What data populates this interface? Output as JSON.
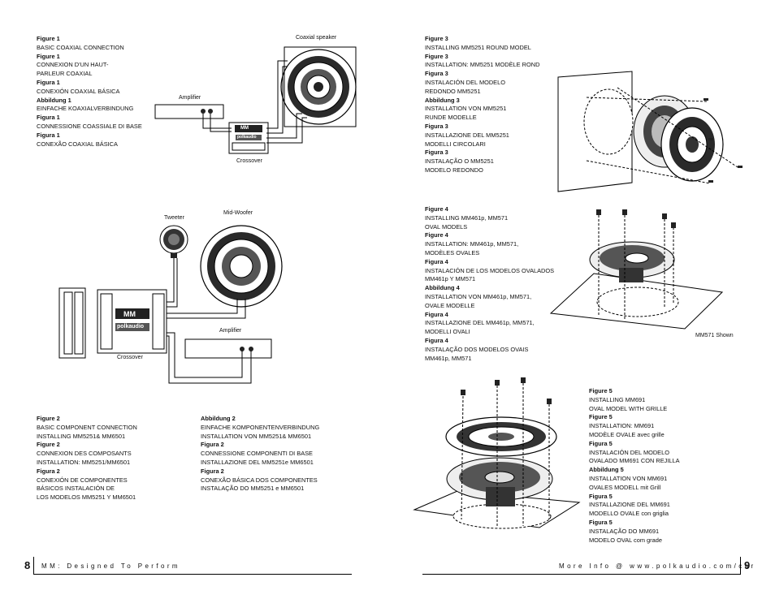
{
  "left_page": {
    "fig1_caption": [
      {
        "h": "Figure 1",
        "t": [
          "BASIC COAXIAL CONNECTION"
        ]
      },
      {
        "h": "Figure 1",
        "t": [
          "CONNEXION D'UN HAUT-",
          "PARLEUR COAXIAL"
        ]
      },
      {
        "h": "Figura 1",
        "t": [
          "CONEXIÓN COAXIAL BÁSICA"
        ]
      },
      {
        "h": "Abbildung 1",
        "t": [
          "EINFACHE KOAXIALVERBINDUNG"
        ]
      },
      {
        "h": "Figura 1",
        "t": [
          "CONNESSIONE COASSIALE DI BASE"
        ]
      },
      {
        "h": "Figura 1",
        "t": [
          "CONEXÃO COAXIAL BÁSICA"
        ]
      }
    ],
    "fig1_labels": {
      "coaxial": "Coaxial speaker",
      "amplifier": "Amplifier",
      "crossover": "Crossover"
    },
    "fig2_labels": {
      "tweeter": "Tweeter",
      "midwoofer": "Mid-Woofer",
      "amplifier": "Amplifier",
      "crossover": "Crossover"
    },
    "brand": {
      "mm": "MM",
      "polk": "polkaudio"
    },
    "fig2_caption_a": [
      {
        "h": "Figure 2",
        "t": [
          "BASIC COMPONENT CONNECTION",
          "INSTALLING MM5251& MM6501"
        ]
      },
      {
        "h": "Figure 2",
        "t": [
          "CONNEXION DES COMPOSANTS",
          "INSTALLATION: MM5251/MM6501"
        ]
      },
      {
        "h": "Figura 2",
        "t": [
          "CONEXIÓN DE COMPONENTES",
          "BÁSICOS INSTALACIÓN DE",
          "LOS MODELOS MM5251 Y MM6501"
        ]
      }
    ],
    "fig2_caption_b": [
      {
        "h": "Abbildung 2",
        "t": [
          "EINFACHE KOMPONENTENVERBINDUNG",
          "INSTALLATION VON MM5251& MM6501"
        ]
      },
      {
        "h": "Figura 2",
        "t": [
          "CONNESSIONE COMPONENTI DI BASE",
          "INSTALLAZIONE DEL MM5251e MM6501"
        ]
      },
      {
        "h": "Figura 2",
        "t": [
          "CONEXÃO BÁSICA DOS COMPONENTES",
          "INSTALAÇÃO DO MM5251 e MM6501"
        ]
      }
    ],
    "page_number": "8",
    "footer": "MM: Designed To Perform"
  },
  "right_page": {
    "fig3_caption": [
      {
        "h": "Figure 3",
        "t": [
          "INSTALLING MM5251 ROUND MODEL"
        ]
      },
      {
        "h": "Figure 3",
        "t": [
          "INSTALLATION: MM5251 MODÈLE ROND"
        ]
      },
      {
        "h": "Figura 3",
        "t": [
          "INSTALACIÓN DEL MODELO",
          "REDONDO MM5251"
        ]
      },
      {
        "h": "Abbildung 3",
        "t": [
          "INSTALLATION VON MM5251",
          "RUNDE MODELLE"
        ]
      },
      {
        "h": "Figura 3",
        "t": [
          "INSTALLAZIONE DEL MM5251",
          "MODELLI CIRCOLARI"
        ]
      },
      {
        "h": "Figura 3",
        "t": [
          "INSTALAÇÃO O MM5251",
          "MODELO REDONDO"
        ]
      }
    ],
    "fig4_caption": [
      {
        "h": "Figure 4",
        "t": [
          "INSTALLING MM461p, MM571",
          "OVAL MODELS"
        ]
      },
      {
        "h": "Figure 4",
        "t": [
          "INSTALLATION: MM461p, MM571,",
          "MODÈLES OVALES"
        ]
      },
      {
        "h": "Figura 4",
        "t": [
          "INSTALACIÓN DE LOS MODELOS OVALADOS",
          "MM461p Y MM571"
        ]
      },
      {
        "h": "Abbildung 4",
        "t": [
          "INSTALLATION VON MM461p, MM571,",
          "OVALE MODELLE"
        ]
      },
      {
        "h": "Figura 4",
        "t": [
          "INSTALLAZIONE DEL MM461p, MM571,",
          "MODELLI OVALI"
        ]
      },
      {
        "h": "Figura 4",
        "t": [
          "INSTALAÇÃO DOS MODELOS OVAIS",
          "MM461p, MM571"
        ]
      }
    ],
    "fig4_note": "MM571 Shown",
    "fig5_caption": [
      {
        "h": "Figure 5",
        "t": [
          "INSTALLING MM691",
          "OVAL MODEL WITH GRILLE"
        ]
      },
      {
        "h": "Figure 5",
        "t": [
          "INSTALLATION: MM691",
          "MODÈLE OVALE avec grille"
        ]
      },
      {
        "h": "Figura 5",
        "t": [
          "INSTALACIÓN DEL MODELO",
          "OVALADO MM691 CON REJILLA"
        ]
      },
      {
        "h": "Abbildung 5",
        "t": [
          "INSTALLATION VON MM691",
          "OVALES MODELL mit Grill"
        ]
      },
      {
        "h": "Figura 5",
        "t": [
          "INSTALLAZIONE DEL MM691",
          "MODELLO OVALE con griglia"
        ]
      },
      {
        "h": "Figura 5",
        "t": [
          "INSTALAÇÃO DO MM691",
          "MODELO OVAL com grade"
        ]
      }
    ],
    "page_number": "9",
    "footer": "More Info @ www.polkaudio.com/car"
  }
}
